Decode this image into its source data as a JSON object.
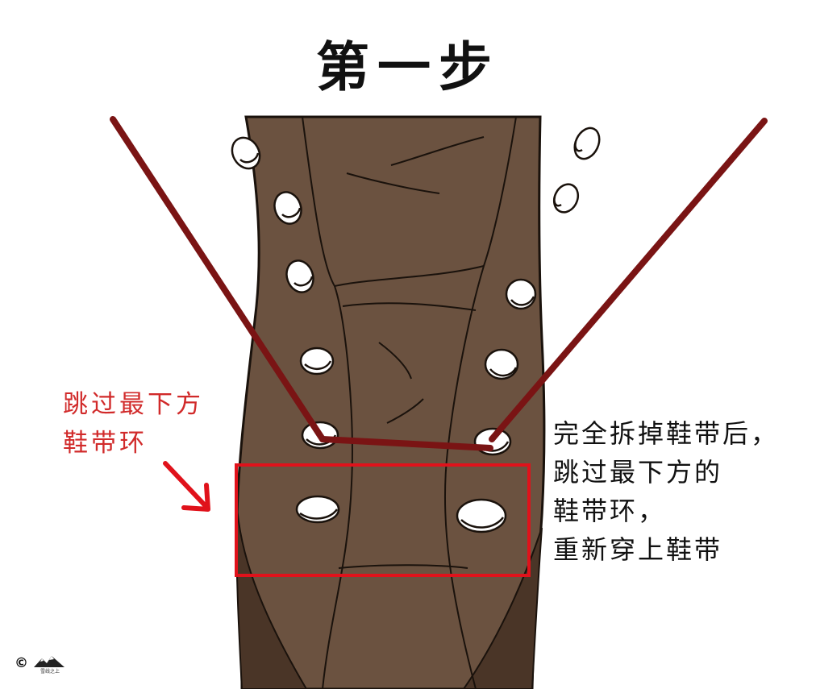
{
  "title": "第一步",
  "callout": {
    "lines": [
      "跳过最下方",
      "鞋带环"
    ]
  },
  "instructions": {
    "lines": [
      "完全拆掉鞋带后，",
      "跳过最下方的",
      "鞋带环，",
      "重新穿上鞋带"
    ]
  },
  "footer": {
    "copyright": "©",
    "logo_text": "雪线之上"
  },
  "colors": {
    "boot": "#6b5240",
    "boot_shadow": "#4a3527",
    "lace": "#7a1414",
    "highlight_box": "#e0121b",
    "arrow": "#e0121b",
    "eyelet": "#ffffff"
  }
}
